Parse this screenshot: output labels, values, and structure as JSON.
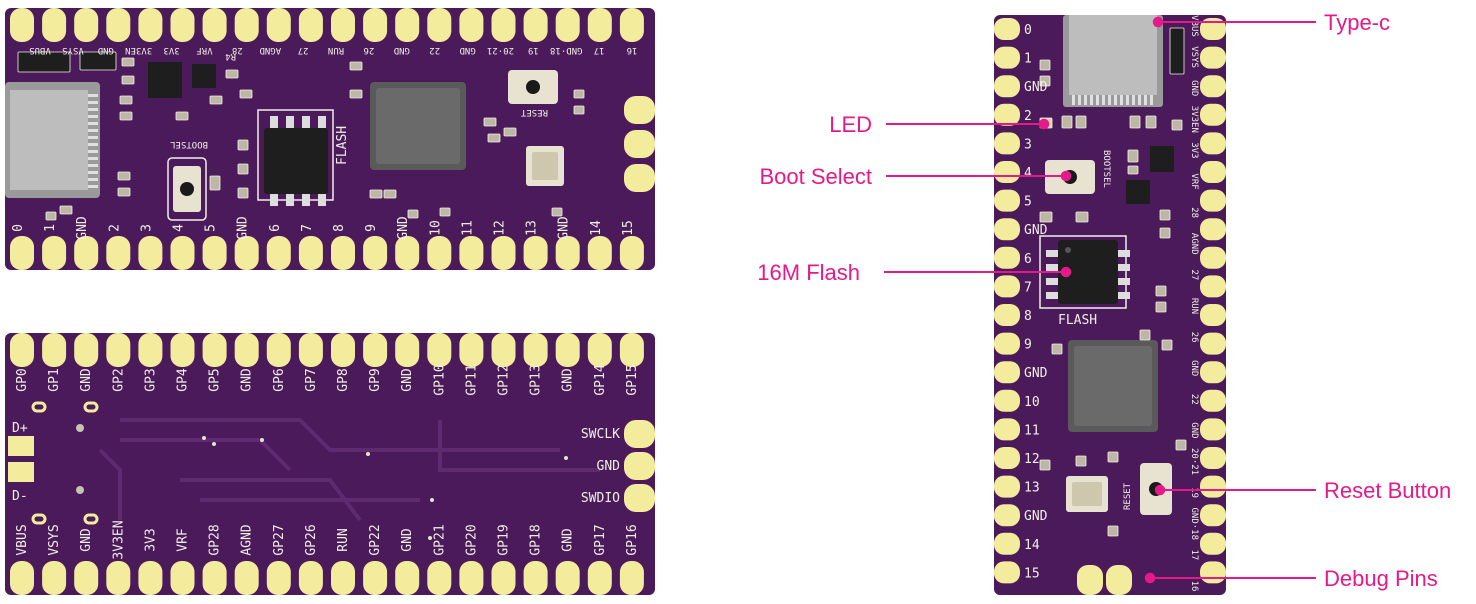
{
  "colors": {
    "pcb": "#4b1a5a",
    "pcb_dark": "#3f1450",
    "trace": "#5e2a70",
    "pad": "#f3ec9c",
    "silk": "#f2efe6",
    "chip": "#1e1e1e",
    "qfn": "#5a5a5a",
    "usb": "#9a9a9a",
    "callout": "#e6198a"
  },
  "top_board": {
    "top_labels": [
      "VBUS",
      "VSYS",
      "GND",
      "3V3EN",
      "3V3",
      "VRF",
      "28",
      "AGND",
      "27",
      "RUN",
      "26",
      "GND",
      "22",
      "GND",
      "20·21",
      "19",
      "GND·18",
      "17",
      "16"
    ],
    "bottom_labels": [
      "0",
      "1",
      "GND",
      "2",
      "3",
      "4",
      "5",
      "GND",
      "6",
      "7",
      "8",
      "9",
      "GND",
      "10",
      "11",
      "12",
      "13",
      "GND",
      "14",
      "15"
    ],
    "flash_label": "FLASH",
    "bootsel_label": "BOOTSEL",
    "reset_label": "RESET",
    "rev_label": "R4"
  },
  "bottom_board": {
    "top_labels": [
      "GP0",
      "GP1",
      "GND",
      "GP2",
      "GP3",
      "GP4",
      "GP5",
      "GND",
      "GP6",
      "GP7",
      "GP8",
      "GP9",
      "GND",
      "GP10",
      "GP11",
      "GP12",
      "GP13",
      "GND",
      "GP14",
      "GP15"
    ],
    "bottom_labels": [
      "VBUS",
      "VSYS",
      "GND",
      "3V3EN",
      "3V3",
      "VRF",
      "GP28",
      "AGND",
      "GP27",
      "GP26",
      "RUN",
      "GP22",
      "GND",
      "GP21",
      "GP20",
      "GP19",
      "GP18",
      "GND",
      "GP17",
      "GP16"
    ],
    "debug_labels": [
      "SWCLK",
      "GND",
      "SWDIO"
    ],
    "usb_labels": [
      "D+",
      "D-"
    ]
  },
  "side_board": {
    "left_labels": [
      "0",
      "1",
      "GND",
      "2",
      "3",
      "4",
      "5",
      "GND",
      "6",
      "7",
      "8",
      "9",
      "GND",
      "10",
      "11",
      "12",
      "13",
      "GND",
      "14",
      "15"
    ],
    "right_labels": [
      "VBUS",
      "VSYS",
      "GND",
      "3V3EN",
      "3V3",
      "VRF",
      "28",
      "AGND",
      "27",
      "RUN",
      "26",
      "GND",
      "22",
      "GND",
      "20·21",
      "19",
      "GND·18",
      "17",
      "16"
    ],
    "flash_label": "FLASH",
    "bootsel_label": "BOOTSEL",
    "reset_label": "RESET"
  },
  "callouts": {
    "type_c": "Type-c",
    "led": "LED",
    "boot_select": "Boot Select",
    "flash": "16M Flash",
    "reset_button": "Reset Button",
    "debug_pins": "Debug Pins"
  }
}
